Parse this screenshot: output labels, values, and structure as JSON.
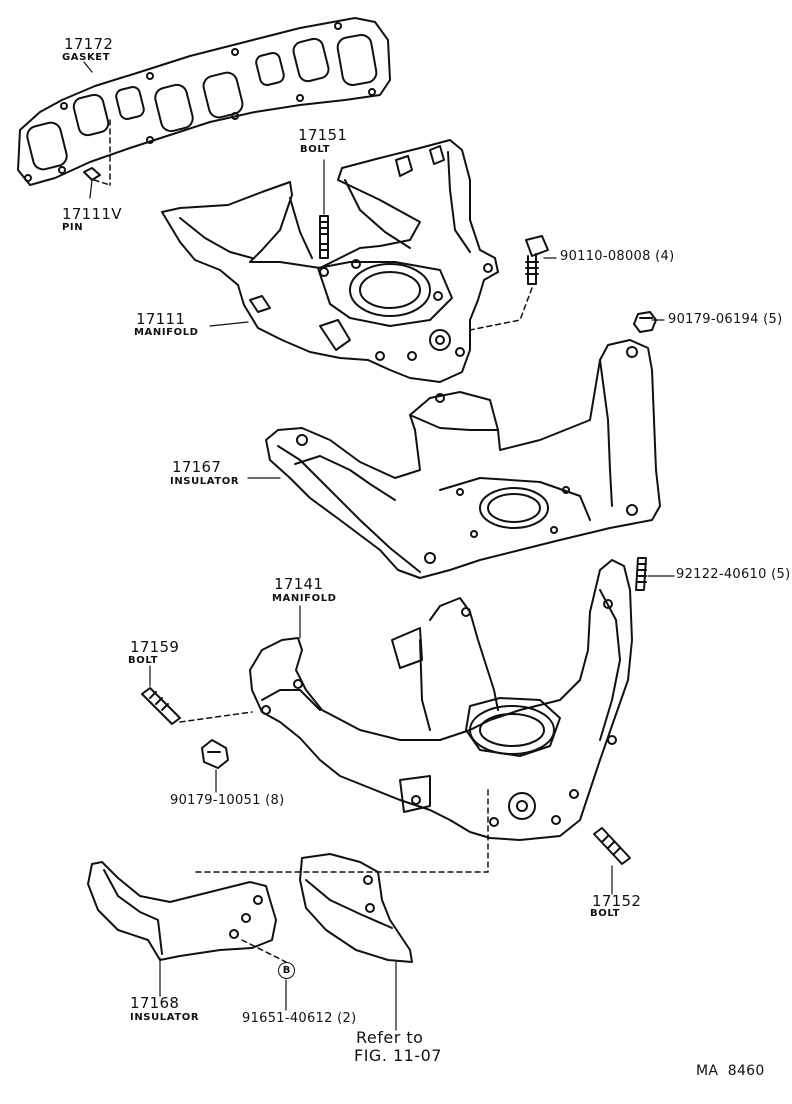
{
  "parts": {
    "gasket": {
      "number": "17172",
      "name": "GASKET"
    },
    "pin": {
      "number": "17111V",
      "name": "PIN"
    },
    "bolt_17151": {
      "number": "17151",
      "name": "BOLT"
    },
    "bolt_90110": {
      "number": "90110-08008 (4)"
    },
    "nut_90179_06194": {
      "number": "90179-06194 (5)"
    },
    "manifold_17111": {
      "number": "17111",
      "name": "MANIFOLD"
    },
    "insulator_17167": {
      "number": "17167",
      "name": "INSULATOR"
    },
    "manifold_17141": {
      "number": "17141",
      "name": "MANIFOLD"
    },
    "stud_92122": {
      "number": "92122-40610 (5)"
    },
    "bolt_17159": {
      "number": "17159",
      "name": "BOLT"
    },
    "nut_90179_10051": {
      "number": "90179-10051 (8)"
    },
    "bolt_17152": {
      "number": "17152",
      "name": "BOLT"
    },
    "insulator_17168": {
      "number": "17168",
      "name": "INSULATOR"
    },
    "bolt_91651": {
      "number": "91651-40612 (2)",
      "badge": "B"
    }
  },
  "reference": {
    "line1": "Refer to",
    "line2": "FIG. 11-07"
  },
  "diagram_code": "MA  8460"
}
